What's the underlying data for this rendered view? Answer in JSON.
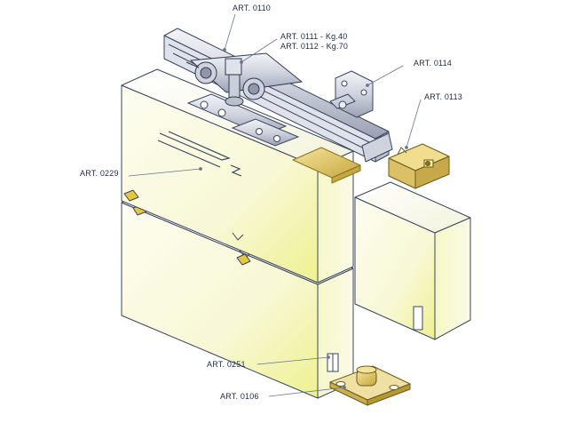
{
  "labels": {
    "art_0110": "ART. 0110",
    "art_0111": "ART. 0111 - Kg.40",
    "art_0112": "ART. 0112 - Kg.70",
    "art_0114": "ART. 0114",
    "art_0113": "ART. 0113",
    "art_0229": "ART. 0229",
    "art_0251": "ART. 0251",
    "art_0106": "ART. 0106"
  },
  "colors": {
    "outline": "#3a4560",
    "panel_face": "#fbfbe6",
    "panel_glow": "#f3f49a",
    "metal_light": "#eef0f6",
    "metal_mid": "#c9ced9",
    "metal_dark": "#8f97a8",
    "brass": "#e8cf6a",
    "brass_dark": "#b59a34",
    "leader": "#6a7590"
  }
}
